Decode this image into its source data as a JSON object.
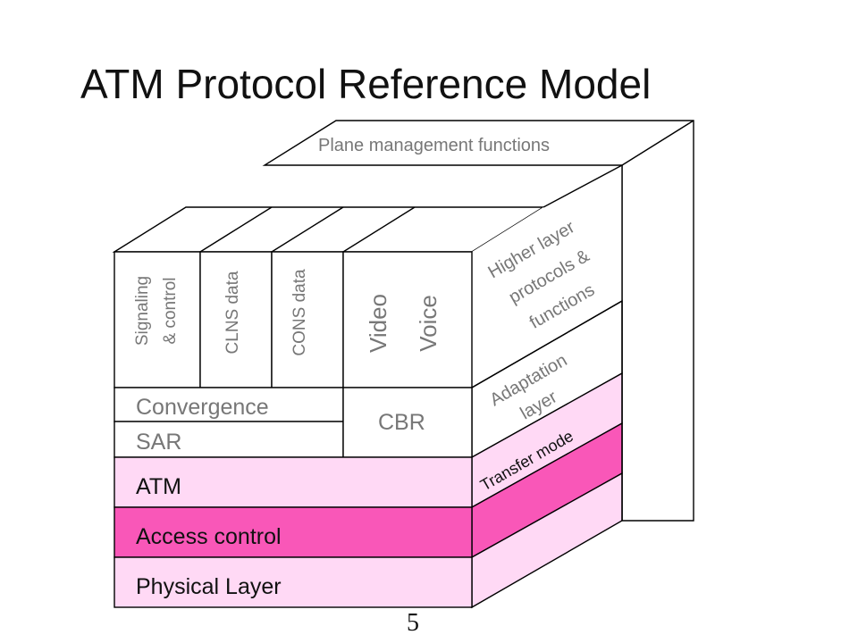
{
  "slide": {
    "title": "ATM Protocol Reference Model",
    "page_number": "5"
  },
  "diagram": {
    "plane_management": "Plane management functions",
    "columns": {
      "signaling": [
        "Signaling",
        "& control"
      ],
      "clns": "CLNS data",
      "cons": "CONS data",
      "video": "Video",
      "voice": "Voice"
    },
    "layers": {
      "convergence": "Convergence",
      "sar": "SAR",
      "cbr": "CBR",
      "atm": "ATM",
      "access_control": "Access control",
      "physical": "Physical Layer"
    },
    "side_labels": {
      "higher_layer": [
        "Higher layer",
        "protocols &",
        "functions"
      ],
      "adaptation": [
        "Adaptation",
        "layer"
      ],
      "transfer_mode": "Transfer mode"
    }
  },
  "colors": {
    "light_pink": "#ffd9f5",
    "magenta": "#f957b8",
    "gray_text": "#777777",
    "dark_text": "#111111",
    "outline": "#000000"
  }
}
